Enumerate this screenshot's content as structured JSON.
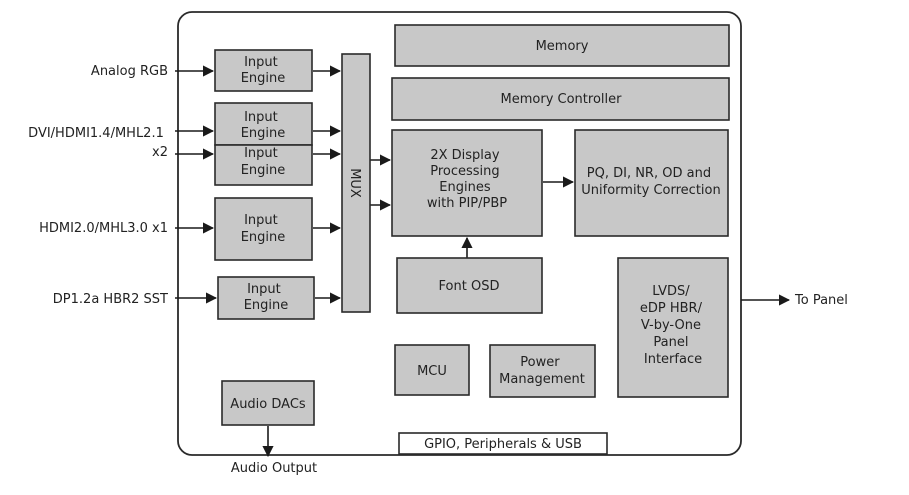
{
  "blocks": {
    "memory": [
      "Memory"
    ],
    "memory_controller": [
      "Memory Controller"
    ],
    "input_engine_1": [
      "Input",
      "Engine"
    ],
    "input_engine_2": [
      "Input",
      "Engine"
    ],
    "input_engine_3": [
      "Input",
      "Engine"
    ],
    "input_engine_4": [
      "Input",
      "Engine"
    ],
    "input_engine_5": [
      "Input",
      "Engine"
    ],
    "mux": [
      "MUX"
    ],
    "display_engines": [
      "2X Display",
      "Processing",
      "Engines",
      "with PIP/PBP"
    ],
    "pq_correction": [
      "PQ, DI, NR, OD and",
      "Uniformity Correction"
    ],
    "font_osd": [
      "Font OSD"
    ],
    "panel_interface": [
      "LVDS/",
      "eDP HBR/",
      "V-by-One",
      "Panel",
      "Interface"
    ],
    "mcu": [
      "MCU"
    ],
    "power_management": [
      "Power",
      "Management"
    ],
    "audio_dacs": [
      "Audio DACs"
    ],
    "gpio": [
      "GPIO, Peripherals & USB"
    ]
  },
  "inputs": {
    "analog_rgb": [
      "Analog RGB"
    ],
    "dvi_hdmi_mhl": [
      "DVI/HDMI1.4/MHL2.1",
      "x2"
    ],
    "hdmi_mhl3": [
      "HDMI2.0/MHL3.0 x1"
    ],
    "dp": [
      "DP1.2a HBR2 SST"
    ]
  },
  "outputs": {
    "to_panel": [
      "To Panel"
    ],
    "audio_output": [
      "Audio Output"
    ]
  }
}
